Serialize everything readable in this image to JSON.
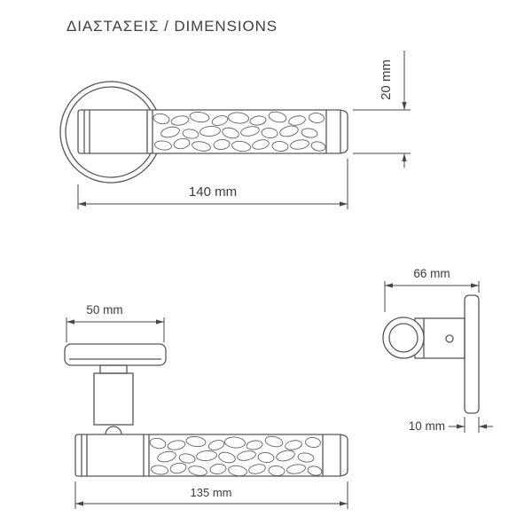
{
  "title": "ΔΙΑΣΤΑΣΕΙΣ / DIMENSIONS",
  "colors": {
    "background": "#ffffff",
    "line": "#565656",
    "dimension": "#474747",
    "text": "#3c3c3c"
  },
  "views": {
    "front": {
      "label": "front-view",
      "dims": {
        "length": "140 mm",
        "diameter": "20 mm"
      }
    },
    "top": {
      "label": "top-view",
      "dims": {
        "rose": "50 mm",
        "length": "135 mm"
      }
    },
    "side": {
      "label": "side-view",
      "dims": {
        "projection": "66 mm",
        "thickness": "10 mm"
      }
    }
  }
}
